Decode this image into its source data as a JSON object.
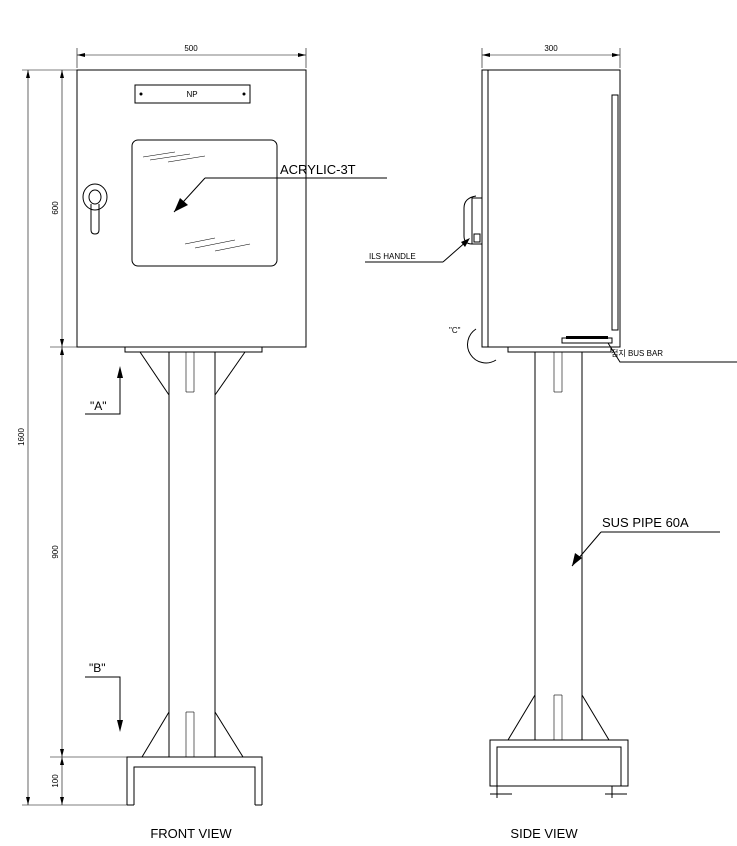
{
  "dimensions": {
    "front_width": "500",
    "side_width": "300",
    "height_600": "600",
    "height_total": "1600",
    "height_900": "900",
    "height_100": "100"
  },
  "labels": {
    "nameplate": "NP",
    "acrylic": "ACRYLIC-3T",
    "ils_handle": "ILS HANDLE",
    "section_a": "\"A\"",
    "section_b": "\"B\"",
    "section_c": "\"C\"",
    "bus_bar": "접지 BUS BAR",
    "sus_pipe": "SUS PIPE 60A"
  },
  "views": {
    "front": "FRONT VIEW",
    "side": "SIDE VIEW"
  }
}
